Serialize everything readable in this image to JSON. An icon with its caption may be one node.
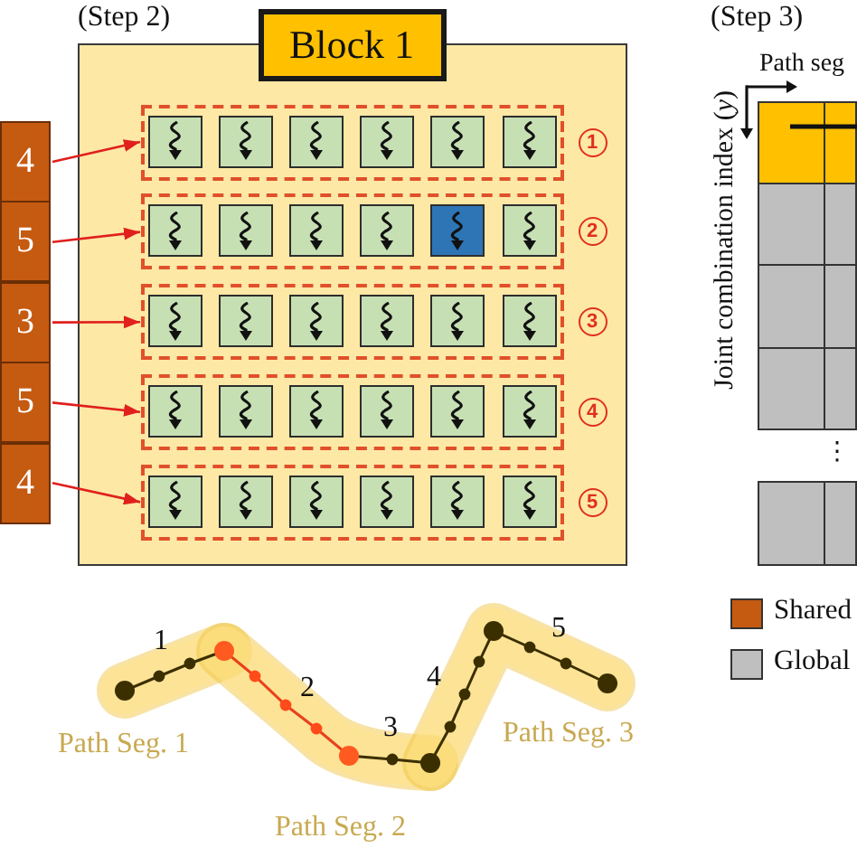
{
  "diagram": {
    "nodes": [
      {
        "text": [
          "Block 1"
        ]
      },
      {
        "text": [],
        "shape": "box",
        "in": 0,
        "beside": [
          "1"
        ]
      },
      {
        "text": [],
        "shape": "box",
        "in": 1
      },
      {
        "text": [],
        "shape": "box",
        "in": 1
      },
      {
        "text": [],
        "shape": "box",
        "in": 1
      },
      {
        "text": [],
        "shape": "box",
        "in": 1
      },
      {
        "text": [],
        "shape": "box",
        "in": 1
      },
      {
        "text": [],
        "shape": "box",
        "in": 1
      },
      {
        "text": [],
        "shape": "box",
        "in": 0,
        "beside": [
          "2"
        ]
      },
      {
        "text": [],
        "shape": "box",
        "in": 8
      },
      {
        "text": [],
        "shape": "box",
        "in": 8
      },
      {
        "text": [],
        "shape": "box",
        "in": 8
      },
      {
        "text": [],
        "shape": "box",
        "in": 8
      },
      {
        "text": [],
        "shape": "box",
        "in": 8
      },
      {
        "text": [],
        "shape": "box",
        "in": 8
      },
      {
        "text": [],
        "shape": "box",
        "in": 0,
        "beside": [
          "3"
        ]
      },
      {
        "text": [],
        "shape": "box",
        "in": 15
      },
      {
        "text": [],
        "shape": "box",
        "in": 15
      },
      {
        "text": [],
        "shape": "box",
        "in": 15
      },
      {
        "text": [],
        "shape": "box",
        "in": 15
      },
      {
        "text": [],
        "shape": "box",
        "in": 15
      },
      {
        "text": [],
        "shape": "box",
        "in": 15
      },
      {
        "text": [],
        "shape": "box",
        "in": 0,
        "beside": [
          "4"
        ]
      },
      {
        "text": [],
        "shape": "box",
        "in": 22
      },
      {
        "text": [],
        "shape": "box",
        "in": 22
      },
      {
        "text": [],
        "shape": "box",
        "in": 22
      },
      {
        "text": [],
        "shape": "box",
        "in": 22
      },
      {
        "text": [],
        "shape": "box",
        "in": 22
      },
      {
        "text": [],
        "shape": "box",
        "in": 22
      },
      {
        "text": [],
        "shape": "box",
        "in": 0,
        "beside": [
          "5"
        ]
      },
      {
        "text": [],
        "shape": "box",
        "in": 29
      },
      {
        "text": [],
        "shape": "box",
        "in": 29
      },
      {
        "text": [],
        "shape": "box",
        "in": 29
      },
      {
        "text": [],
        "shape": "box",
        "in": 29
      },
      {
        "text": [],
        "shape": "box",
        "in": 29
      },
      {
        "text": [],
        "shape": "box",
        "in": 29
      },
      {
        "text": [
          "4"
        ]
      },
      {
        "text": [
          "5"
        ]
      },
      {
        "text": [
          "3"
        ]
      },
      {
        "text": [
          "5"
        ]
      },
      {
        "text": [
          "4"
        ]
      }
    ],
    "edges": [
      {
        "from": 36,
        "to": 1,
        "arrow": "to"
      },
      {
        "from": 37,
        "to": 8,
        "arrow": "to"
      },
      {
        "from": 38,
        "to": 15,
        "arrow": "to"
      },
      {
        "from": 39,
        "to": 22,
        "arrow": "to"
      },
      {
        "from": 40,
        "to": 29,
        "arrow": "to"
      }
    ],
    "labels": [
      "(Step 2)",
      "(Step 3)",
      "Path seg",
      "Joint combination index (*y*)",
      "⋮",
      "1",
      "2",
      "3",
      "4",
      "5",
      "Path Seg. 1",
      "Path Seg. 3",
      "Path Seg. 2"
    ],
    "legend": [
      {
        "text": "Shared",
        "color": "#c55a11"
      },
      {
        "text": "Global",
        "color": "#bfbfbf"
      }
    ]
  }
}
